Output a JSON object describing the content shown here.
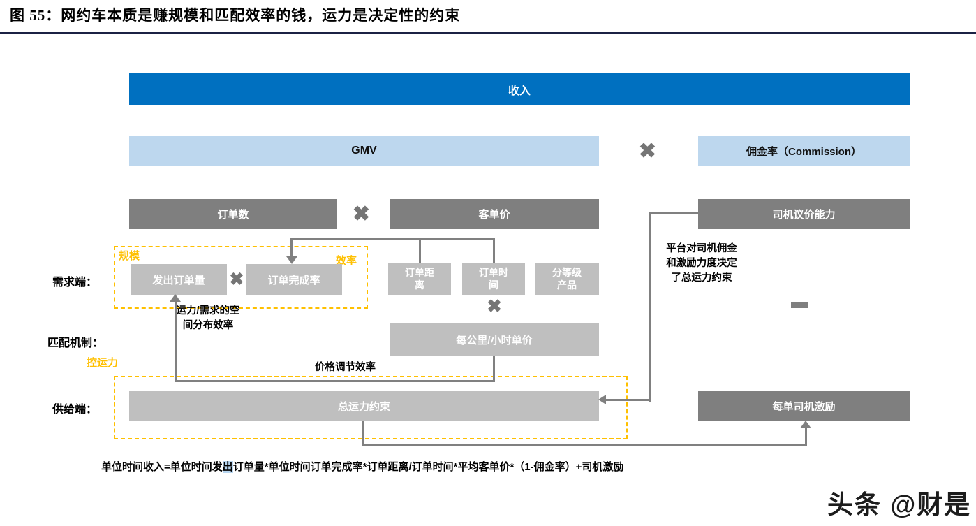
{
  "title": "图 55：网约车本质是赚规模和匹配效率的钱，运力是决定性的约束",
  "colors": {
    "primary_blue": "#0070C0",
    "light_blue": "#BDD7EE",
    "dark_gray": "#7F7F7F",
    "light_gray": "#BFBFBF",
    "accent_orange": "#FFC000",
    "connector_gray": "#808080",
    "highlight_blue": "#b7d5ef"
  },
  "diagram": {
    "revenue": "收入",
    "gmv": "GMV",
    "commission_rate": "佣金率（Commission）",
    "multiply": "✖",
    "minus": "−",
    "order_count": "订单数",
    "avg_order_value": "客单价",
    "driver_bargaining_power": "司机议价能力",
    "labels": {
      "demand": "需求端：",
      "matching": "匹配机制：",
      "supply": "供给端："
    },
    "scale": "规模",
    "efficiency": "效率",
    "issued_order_volume": "发出订单量",
    "order_completion_rate": "订单完成率",
    "order_distance": "订单距\n离",
    "order_time": "订单时\n间",
    "tiered_products": "分等级\n产品",
    "platform_note": "平台对司机佣金\n和激励力度决定\n了总运力约束",
    "spatial_efficiency_note": "运力/需求的空\n间分布效率",
    "unit_price_per_km_hour": "每公里/小时单价",
    "control_capacity": "控运力",
    "price_adjustment_note": "价格调节效率",
    "total_capacity_constraint": "总运力约束",
    "per_order_driver_incentive": "每单司机激励"
  },
  "formula": {
    "prefix": "单位时间收入=单位时间发",
    "highlighted": "出",
    "suffix": "订单量*单位时间订单完成率*订单距离/订单时间*平均客单价*（1-佣金率）+司机激励"
  },
  "watermark": "头条 @财是"
}
